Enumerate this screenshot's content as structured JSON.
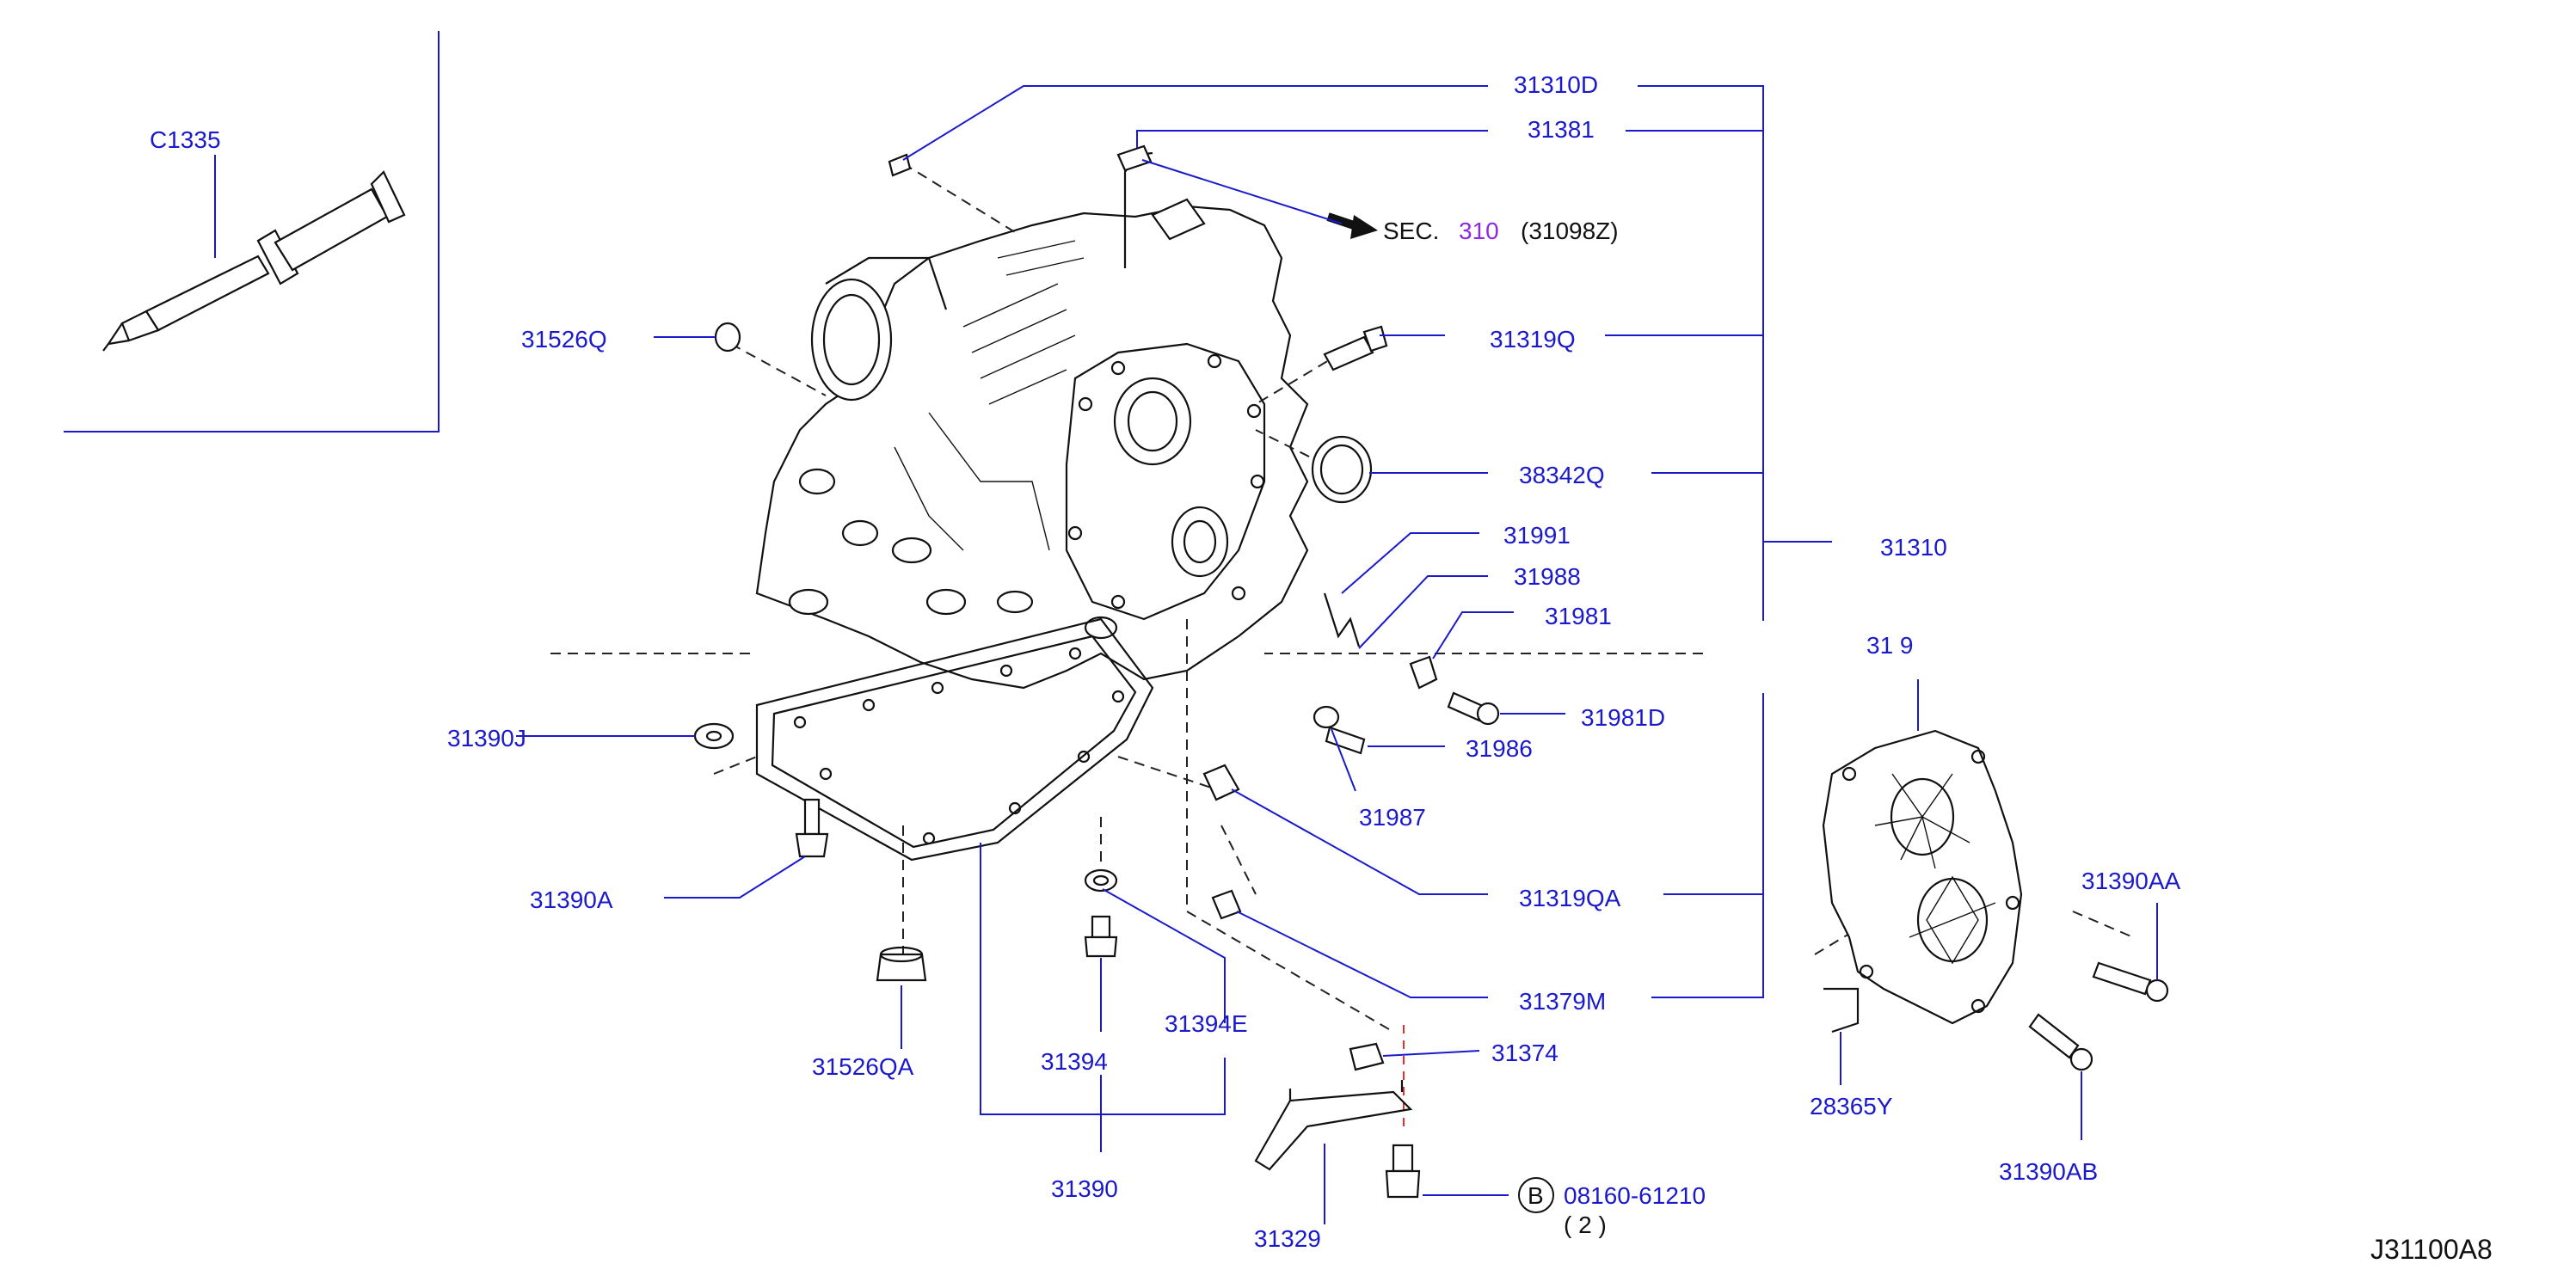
{
  "labels": {
    "c1335": "C1335",
    "p31310d": "31310D",
    "p31381": "31381",
    "sec_prefix": "SEC.",
    "sec_num": "310",
    "sec_ref": "(31098Z)",
    "p31526q": "31526Q",
    "p31319q": "31319Q",
    "p38342q": "38342Q",
    "p31310": "31310",
    "p31991": "31991",
    "p31988": "31988",
    "p31981": "31981",
    "p31981d": "31981D",
    "p31986": "31986",
    "p31987": "31987",
    "p31390j": "31390J",
    "p31390a": "31390A",
    "p31319qa": "31319QA",
    "p31379m": "31379M",
    "p31526qa": "31526QA",
    "p31394": "31394",
    "p31394e": "31394E",
    "p31390": "31390",
    "p31374": "31374",
    "p31329": "31329",
    "b_badge": "B",
    "p08160": "08160-61210",
    "qty": "( 2 )",
    "p319x": "31  9",
    "p31390aa": "31390AA",
    "p31390ab": "31390AB",
    "p28365y": "28365Y",
    "diagram_id": "J31100A8"
  },
  "colors": {
    "label": "#1a1acc",
    "section_link": "#8a2be2",
    "drawing": "#111111",
    "red_guide": "#e03030"
  }
}
